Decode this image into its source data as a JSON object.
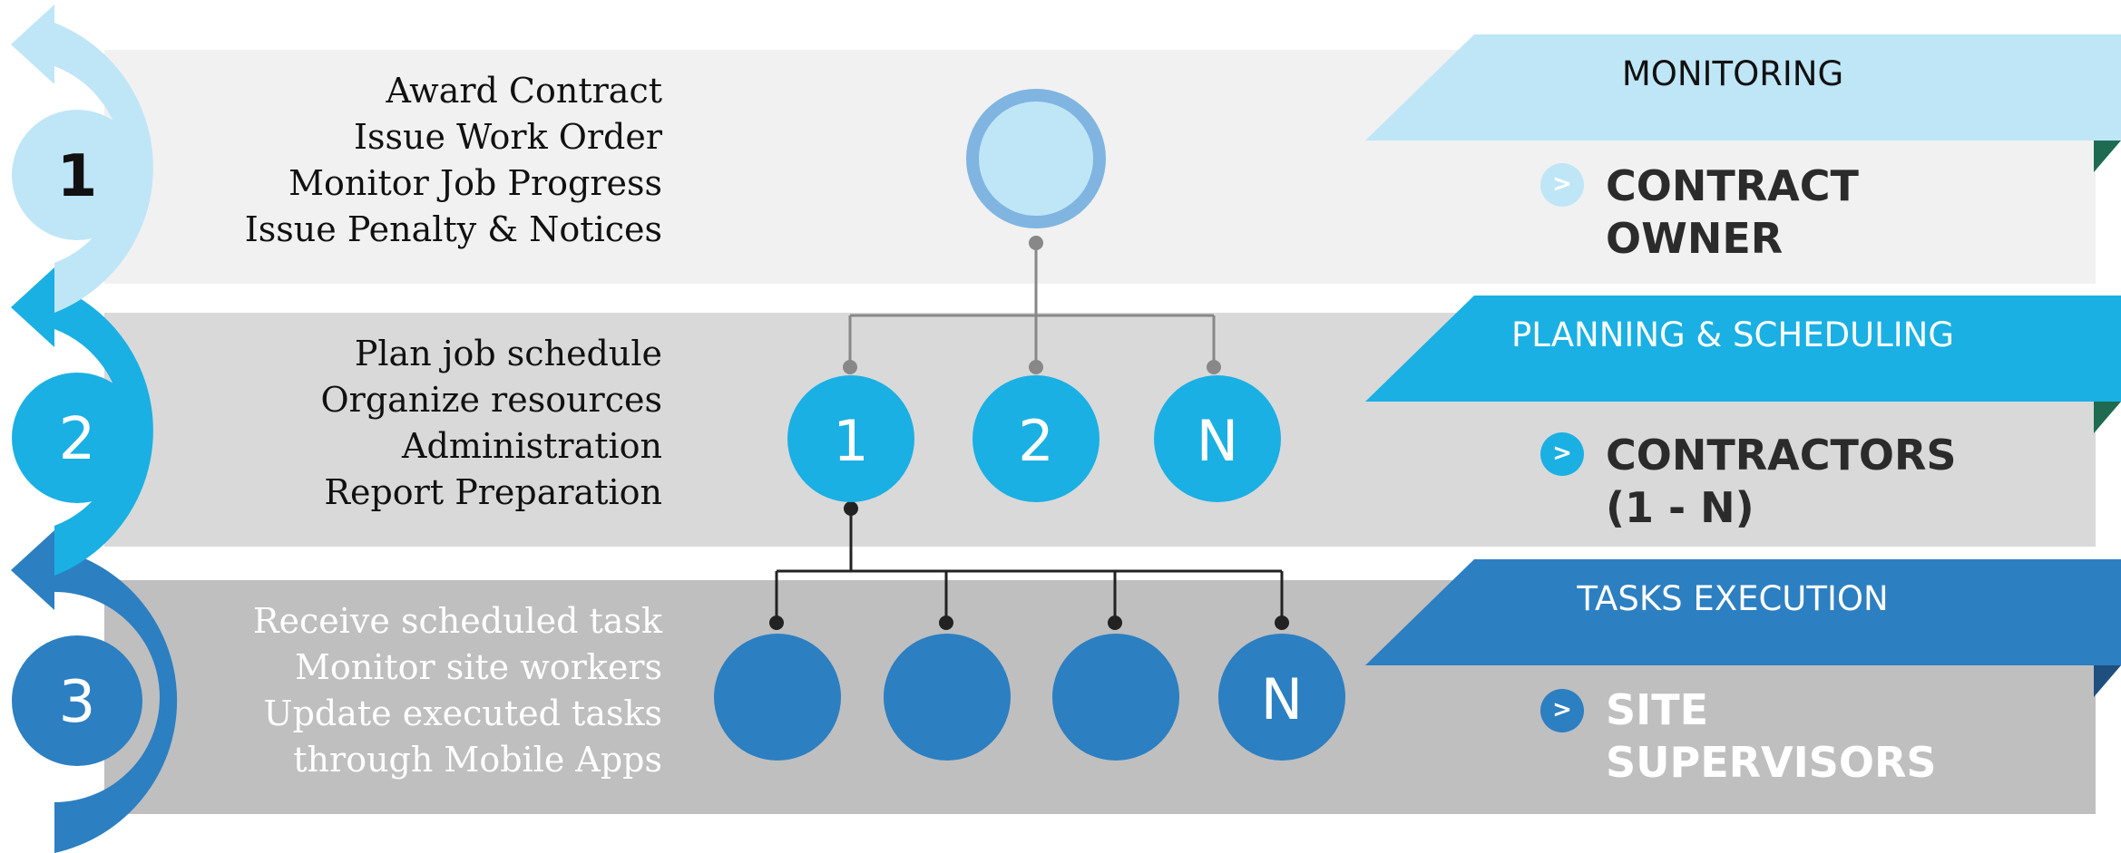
{
  "colors": {
    "light_blue": "#bfe6f7",
    "mid_blue": "#1ab0e3",
    "dark_blue": "#2c7fc1",
    "band1": "#f1f1f1",
    "band2": "#d9d9d9",
    "band3": "#bfbfbf"
  },
  "levels": [
    {
      "number": "1",
      "tasks": [
        "Award Contract",
        "Issue Work Order",
        "Monitor Job Progress",
        "Issue Penalty & Notices"
      ],
      "header": "MONITORING",
      "role_line1": "CONTRACT",
      "role_line2": "OWNER",
      "chevron": ">"
    },
    {
      "number": "2",
      "tasks": [
        "Plan job schedule",
        "Organize resources",
        "Administration",
        "Report Preparation"
      ],
      "header": "PLANNING & SCHEDULING",
      "role_line1": "CONTRACTORS",
      "role_line2": "(1 - N)",
      "chevron": ">"
    },
    {
      "number": "3",
      "tasks": [
        "Receive scheduled task",
        "Monitor site workers",
        "Update executed tasks",
        "through Mobile Apps"
      ],
      "header": "TASKS EXECUTION",
      "role_line1": "SITE",
      "role_line2": "SUPERVISORS",
      "chevron": ">"
    }
  ],
  "tree": {
    "level2_nodes": [
      "1",
      "2",
      "N"
    ],
    "level3_nodes": [
      "",
      "",
      "",
      "N"
    ]
  }
}
